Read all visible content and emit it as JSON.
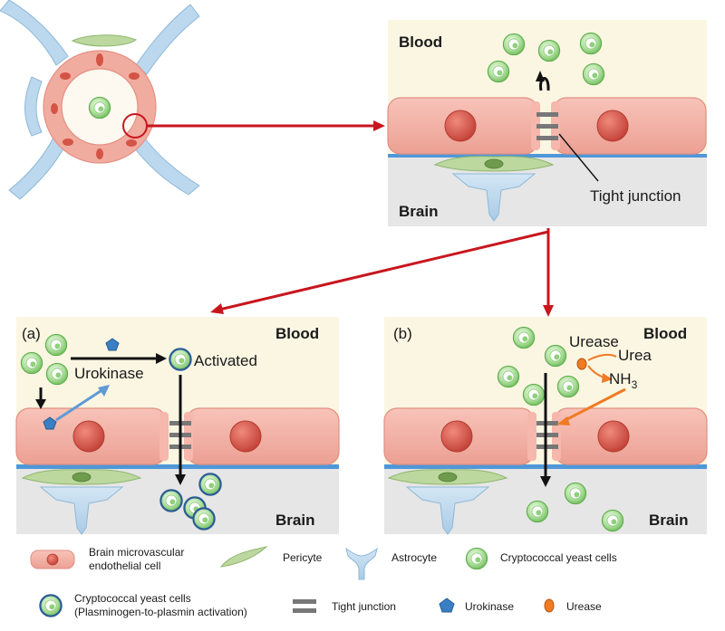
{
  "panels": {
    "top": {
      "blood": "Blood",
      "brain": "Brain",
      "tight_junction": "Tight junction"
    },
    "a": {
      "tag": "(a)",
      "blood": "Blood",
      "brain": "Brain",
      "activated": "Activated",
      "urokinase": "Urokinase"
    },
    "b": {
      "tag": "(b)",
      "blood": "Blood",
      "brain": "Brain",
      "urease": "Urease",
      "urea": "Urea",
      "nh3": "NH",
      "nh3_sub": "3"
    }
  },
  "legend": {
    "endothelial_line1": "Brain microvascular",
    "endothelial_line2": "endothelial cell",
    "pericyte": "Pericyte",
    "astrocyte": "Astrocyte",
    "yeast": "Cryptococcal yeast cells",
    "yeast_activated_line1": "Cryptococcal yeast cells",
    "yeast_activated_line2": "(Plasminogen-to-plasmin activation)",
    "tight_junction": "Tight junction",
    "urokinase": "Urokinase",
    "urease": "Urease"
  },
  "colors": {
    "blood_bg": "#fbf6e2",
    "brain_bg": "#e6e6e6",
    "endothelial": "#f1aca0",
    "nucleus": "#cf5044",
    "basement": "#4f97d8",
    "pericyte": "#b9d69a",
    "astrocyte": "#b7d4ea",
    "yeast": "#8fd07f",
    "urokinase": "#3a7fc4",
    "urease": "#ef7b24",
    "arrow_red": "#c8161e"
  }
}
